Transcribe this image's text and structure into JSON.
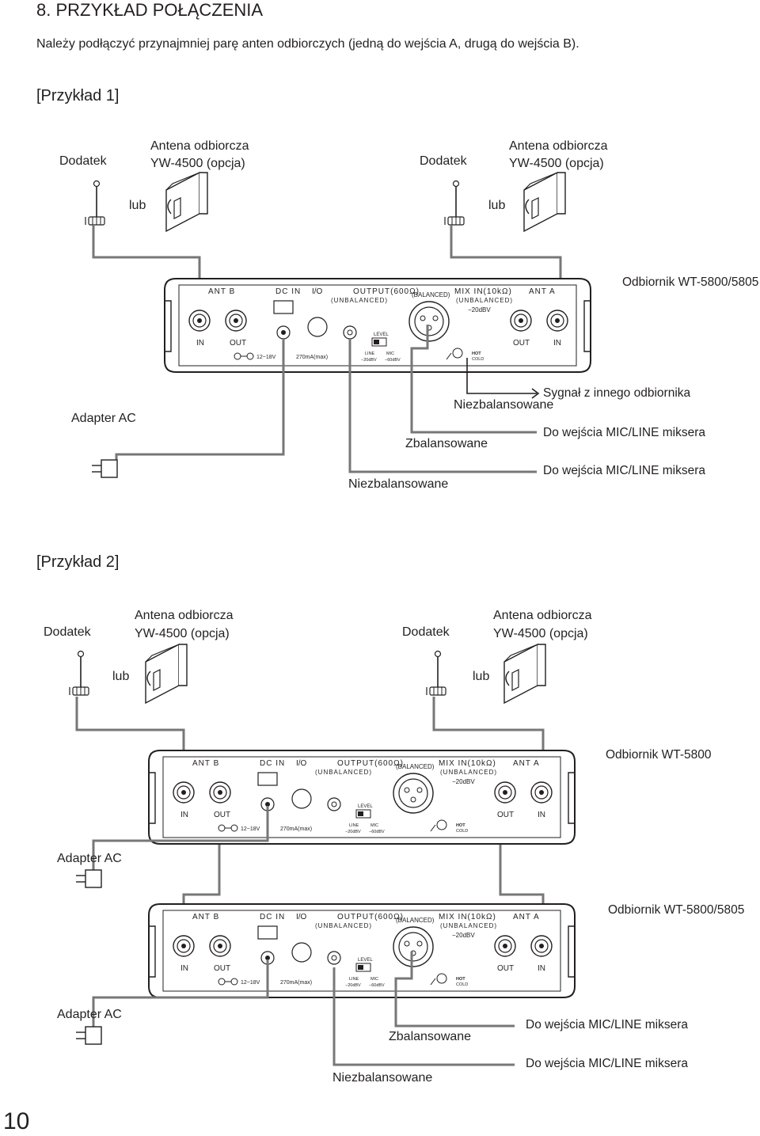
{
  "heading": "8. PRZYKŁAD POŁĄCZENIA",
  "intro": "Należy podłączyć przynajmniej parę anten odbiorczych (jedną do wejścia A, drugą do wejścia B).",
  "example1": {
    "title": "[Przykład 1]",
    "accessory_left": "Dodatek",
    "antenna_left_line1": "Antena odbiorcza",
    "antenna_left_line2": "YW-4500 (opcja)",
    "or_left": "lub",
    "accessory_right": "Dodatek",
    "antenna_right_line1": "Antena odbiorcza",
    "antenna_right_line2": "YW-4500 (opcja)",
    "or_right": "lub",
    "receiver": "Odbiornik WT-5800/5805",
    "adapter": "Adapter AC",
    "signal_from_other": "Sygnał z innego odbiornika",
    "unbalanced_top": "Niezbalansowane",
    "balanced": "Zbalansowane",
    "to_mixer_1": "Do wejścia MIC/LINE miksera",
    "unbalanced_bottom": "Niezbalansowane",
    "to_mixer_2": "Do wejścia MIC/LINE miksera"
  },
  "example2": {
    "title": "[Przykład 2]",
    "accessory_left": "Dodatek",
    "antenna_left_line1": "Antena odbiorcza",
    "antenna_left_line2": "YW-4500 (opcja)",
    "or_left": "lub",
    "accessory_right": "Dodatek",
    "antenna_right_line1": "Antena odbiorcza",
    "antenna_right_line2": "YW-4500 (opcja)",
    "or_right": "lub",
    "receiver_top": "Odbiornik WT-5800",
    "adapter_top": "Adapter AC",
    "receiver_bottom": "Odbiornik WT-5800/5805",
    "adapter_bottom": "Adapter AC",
    "balanced": "Zbalansowane",
    "unbalanced": "Niezbalansowane",
    "to_mixer_1": "Do wejścia MIC/LINE miksera",
    "to_mixer_2": "Do wejścia MIC/LINE miksera"
  },
  "panel": {
    "ant_b": "ANT B",
    "dc_in": "DC IN",
    "io": "I/O",
    "output": "OUTPUT(600Ω)",
    "unbalanced": "(UNBALANCED)",
    "balanced": "(BALANCED)",
    "mix_in": "MIX IN(10kΩ)",
    "mix_unbalanced": "(UNBALANCED)",
    "mix_level": "−20dBV",
    "ant_a": "ANT A",
    "in_left": "IN",
    "out_left": "OUT",
    "out_right": "OUT",
    "in_right": "IN",
    "level": "LEVEL",
    "voltage": "12~18V",
    "current": "270mA(max)",
    "line": "LINE",
    "line_db": "−20dBV",
    "mic": "MIC",
    "mic_db": "−60dBV",
    "hot": "HOT",
    "cold": "COLD"
  },
  "page_number": "10"
}
